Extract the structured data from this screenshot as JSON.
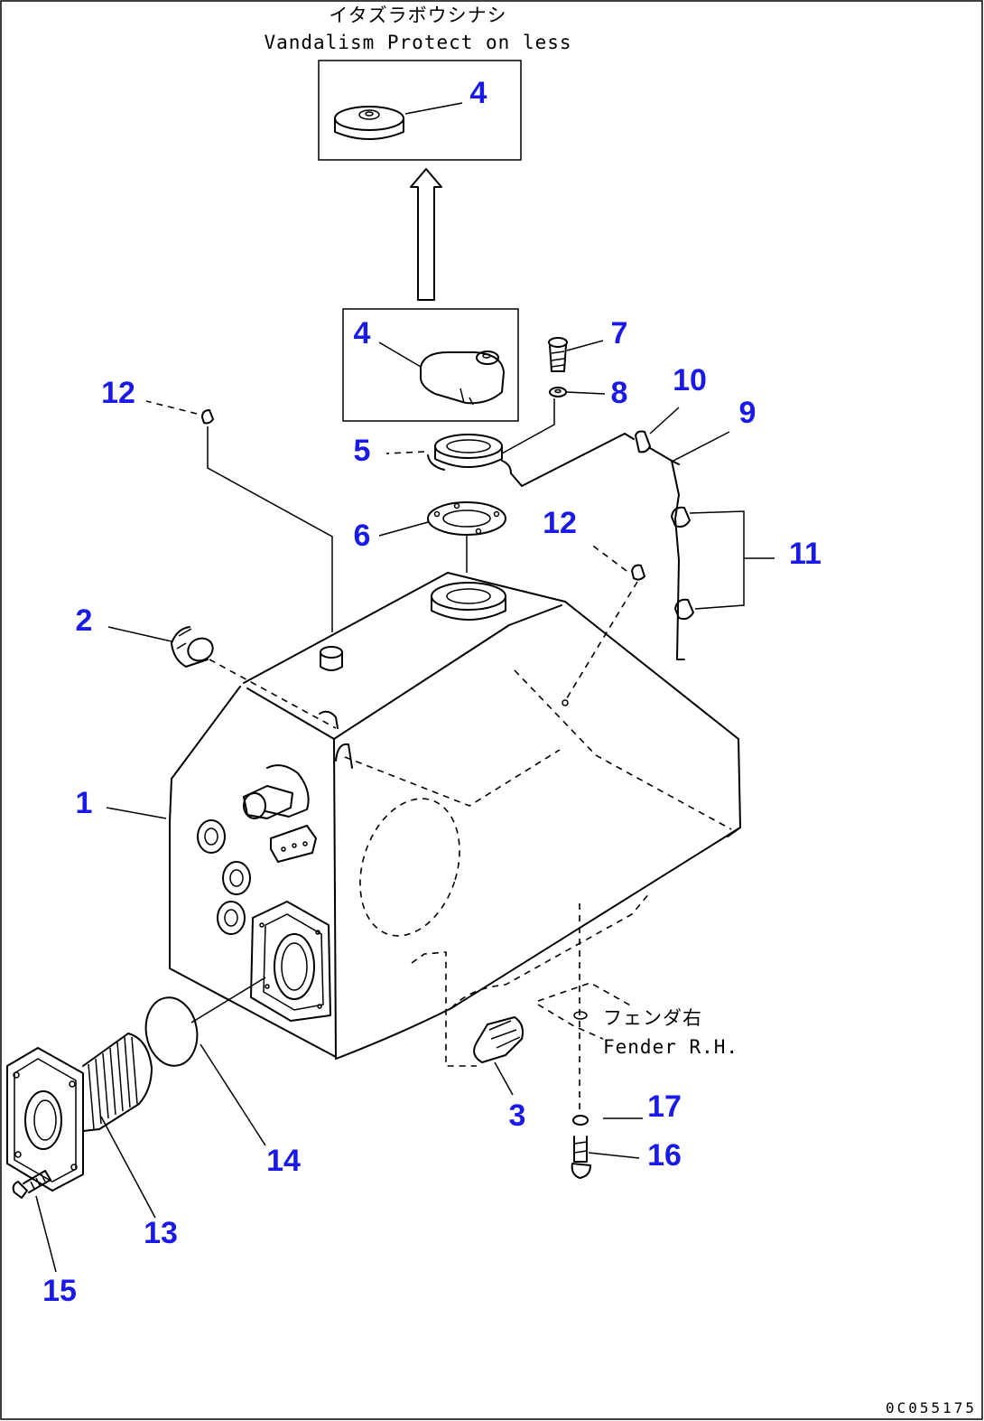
{
  "captions": {
    "top_jp": "イタズラボウシナシ",
    "top_en": "Vandalism Protect on less",
    "fender_jp": "フェンダ右",
    "fender_en": "Fender R.H."
  },
  "drawing_code": "0C055175",
  "callouts": {
    "c1": "1",
    "c2": "2",
    "c3": "3",
    "c4a": "4",
    "c4b": "4",
    "c5": "5",
    "c6": "6",
    "c7": "7",
    "c8": "8",
    "c9": "9",
    "c10": "10",
    "c11": "11",
    "c12a": "12",
    "c12b": "12",
    "c13": "13",
    "c14": "14",
    "c15": "15",
    "c16": "16",
    "c17": "17"
  }
}
